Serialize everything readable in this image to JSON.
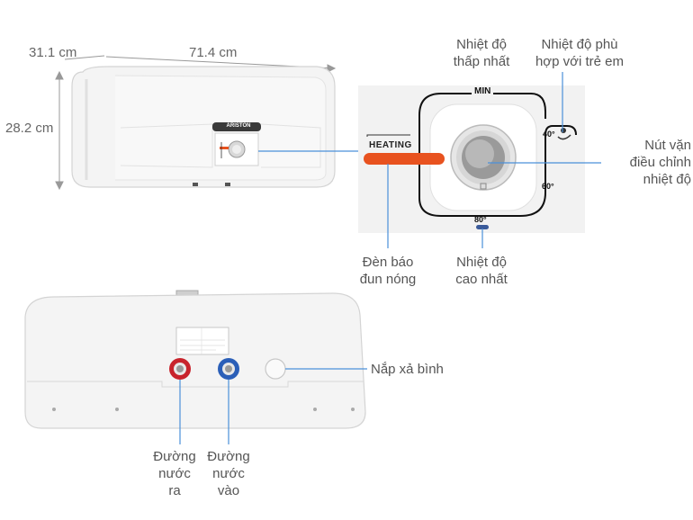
{
  "dimensions": {
    "depth": "31.1 cm",
    "width": "71.4 cm",
    "height": "28.2 cm"
  },
  "front_view": {
    "brand": "ARISTON"
  },
  "control_panel": {
    "min_mark": "MIN",
    "heating_text": "HEATING",
    "mark_40": "40°",
    "mark_60": "60°",
    "mark_80": "80°"
  },
  "labels": {
    "min_temp": "Nhiệt độ\nthấp nhất",
    "child_temp": "Nhiệt độ phù\nhợp với trẻ em",
    "knob": "Nút vặn\nđiều chỉnh\nnhiệt độ",
    "heating_light": "Đèn báo\nđun nóng",
    "max_temp": "Nhiệt độ\ncao nhất",
    "drain_cap": "Nắp xả bình",
    "water_out": "Đường\nnước\nra",
    "water_in": "Đường\nnước\nvào"
  },
  "colors": {
    "heating_bar": "#e8521f",
    "hot_pipe": "#c8232c",
    "cold_pipe": "#2b5fb8",
    "callout_line": "#4a90d9"
  }
}
